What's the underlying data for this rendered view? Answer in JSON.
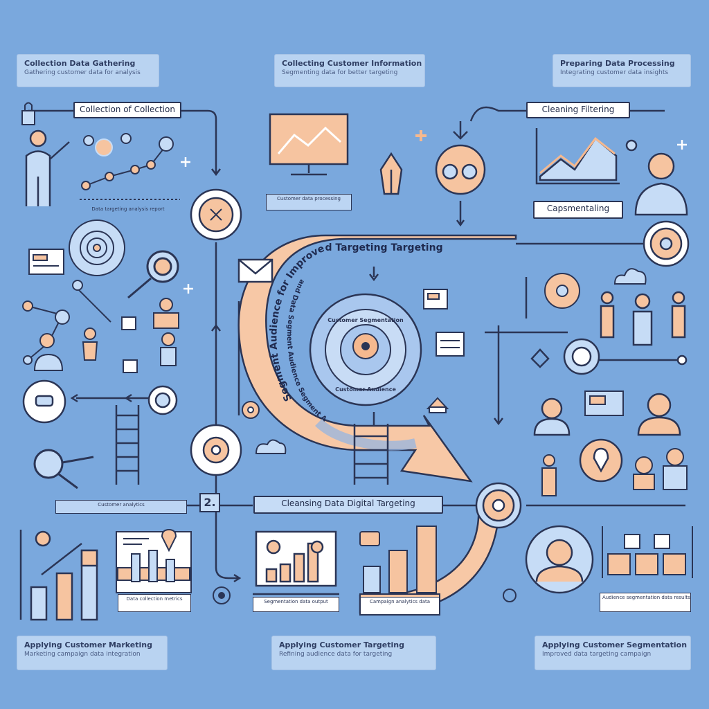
{
  "top_boxes": [
    {
      "title": "Collection Data Gathering",
      "sub": "Gathering customer data for analysis"
    },
    {
      "title": "Collecting Customer Information",
      "sub": "Segmenting data for better targeting"
    },
    {
      "title": "Preparing Data Processing",
      "sub": "Integrating customer data insights"
    }
  ],
  "bottom_boxes": [
    {
      "title": "Applying Customer Marketing",
      "sub": "Marketing campaign data integration"
    },
    {
      "title": "Applying Customer Targeting",
      "sub": "Refining audience data for targeting"
    },
    {
      "title": "Applying Customer Segmentation",
      "sub": "Improved data targeting campaign"
    }
  ],
  "labels": {
    "data_collection": "Collection of Collection",
    "data_filtering": "Cleaning Filtering",
    "segmenting": "Capsmentaling",
    "cleaning_targeting": "Cleansing Data Digital Targeting",
    "step_number": "2."
  },
  "arc": {
    "upper_text": "Segment Audience for Improved Targeting Targeting",
    "lower_text": "and Data Segment Audience Segment Audience",
    "target_top": "Customer Segmentation",
    "target_bottom": "Customer Audience"
  },
  "captions": {
    "funnel_caption": "Customer data processing",
    "left_chart_caption": "Data collection metrics",
    "monitor_caption": "Segmentation data output",
    "bars_caption": "Campaign analytics data",
    "middle_bars_caption": "Data targeting analysis report",
    "right_caption": "Audience segmentation data results",
    "left_label": "Customer analytics"
  },
  "colors": {
    "background": "#7aa8dd",
    "peach": "#f6c4a0",
    "navy": "#2b3555",
    "light_blue": "#c6dcf6"
  },
  "icons": [
    "person-icon",
    "network-icon",
    "monitor-chart-icon",
    "pen-nib-icon",
    "target-icon",
    "line-chart-icon",
    "magnifier-icon",
    "envelope-icon",
    "gear-icon",
    "location-pin-icon",
    "ladder-icon",
    "bar-chart-icon",
    "cloud-icon",
    "profile-card-icon"
  ]
}
